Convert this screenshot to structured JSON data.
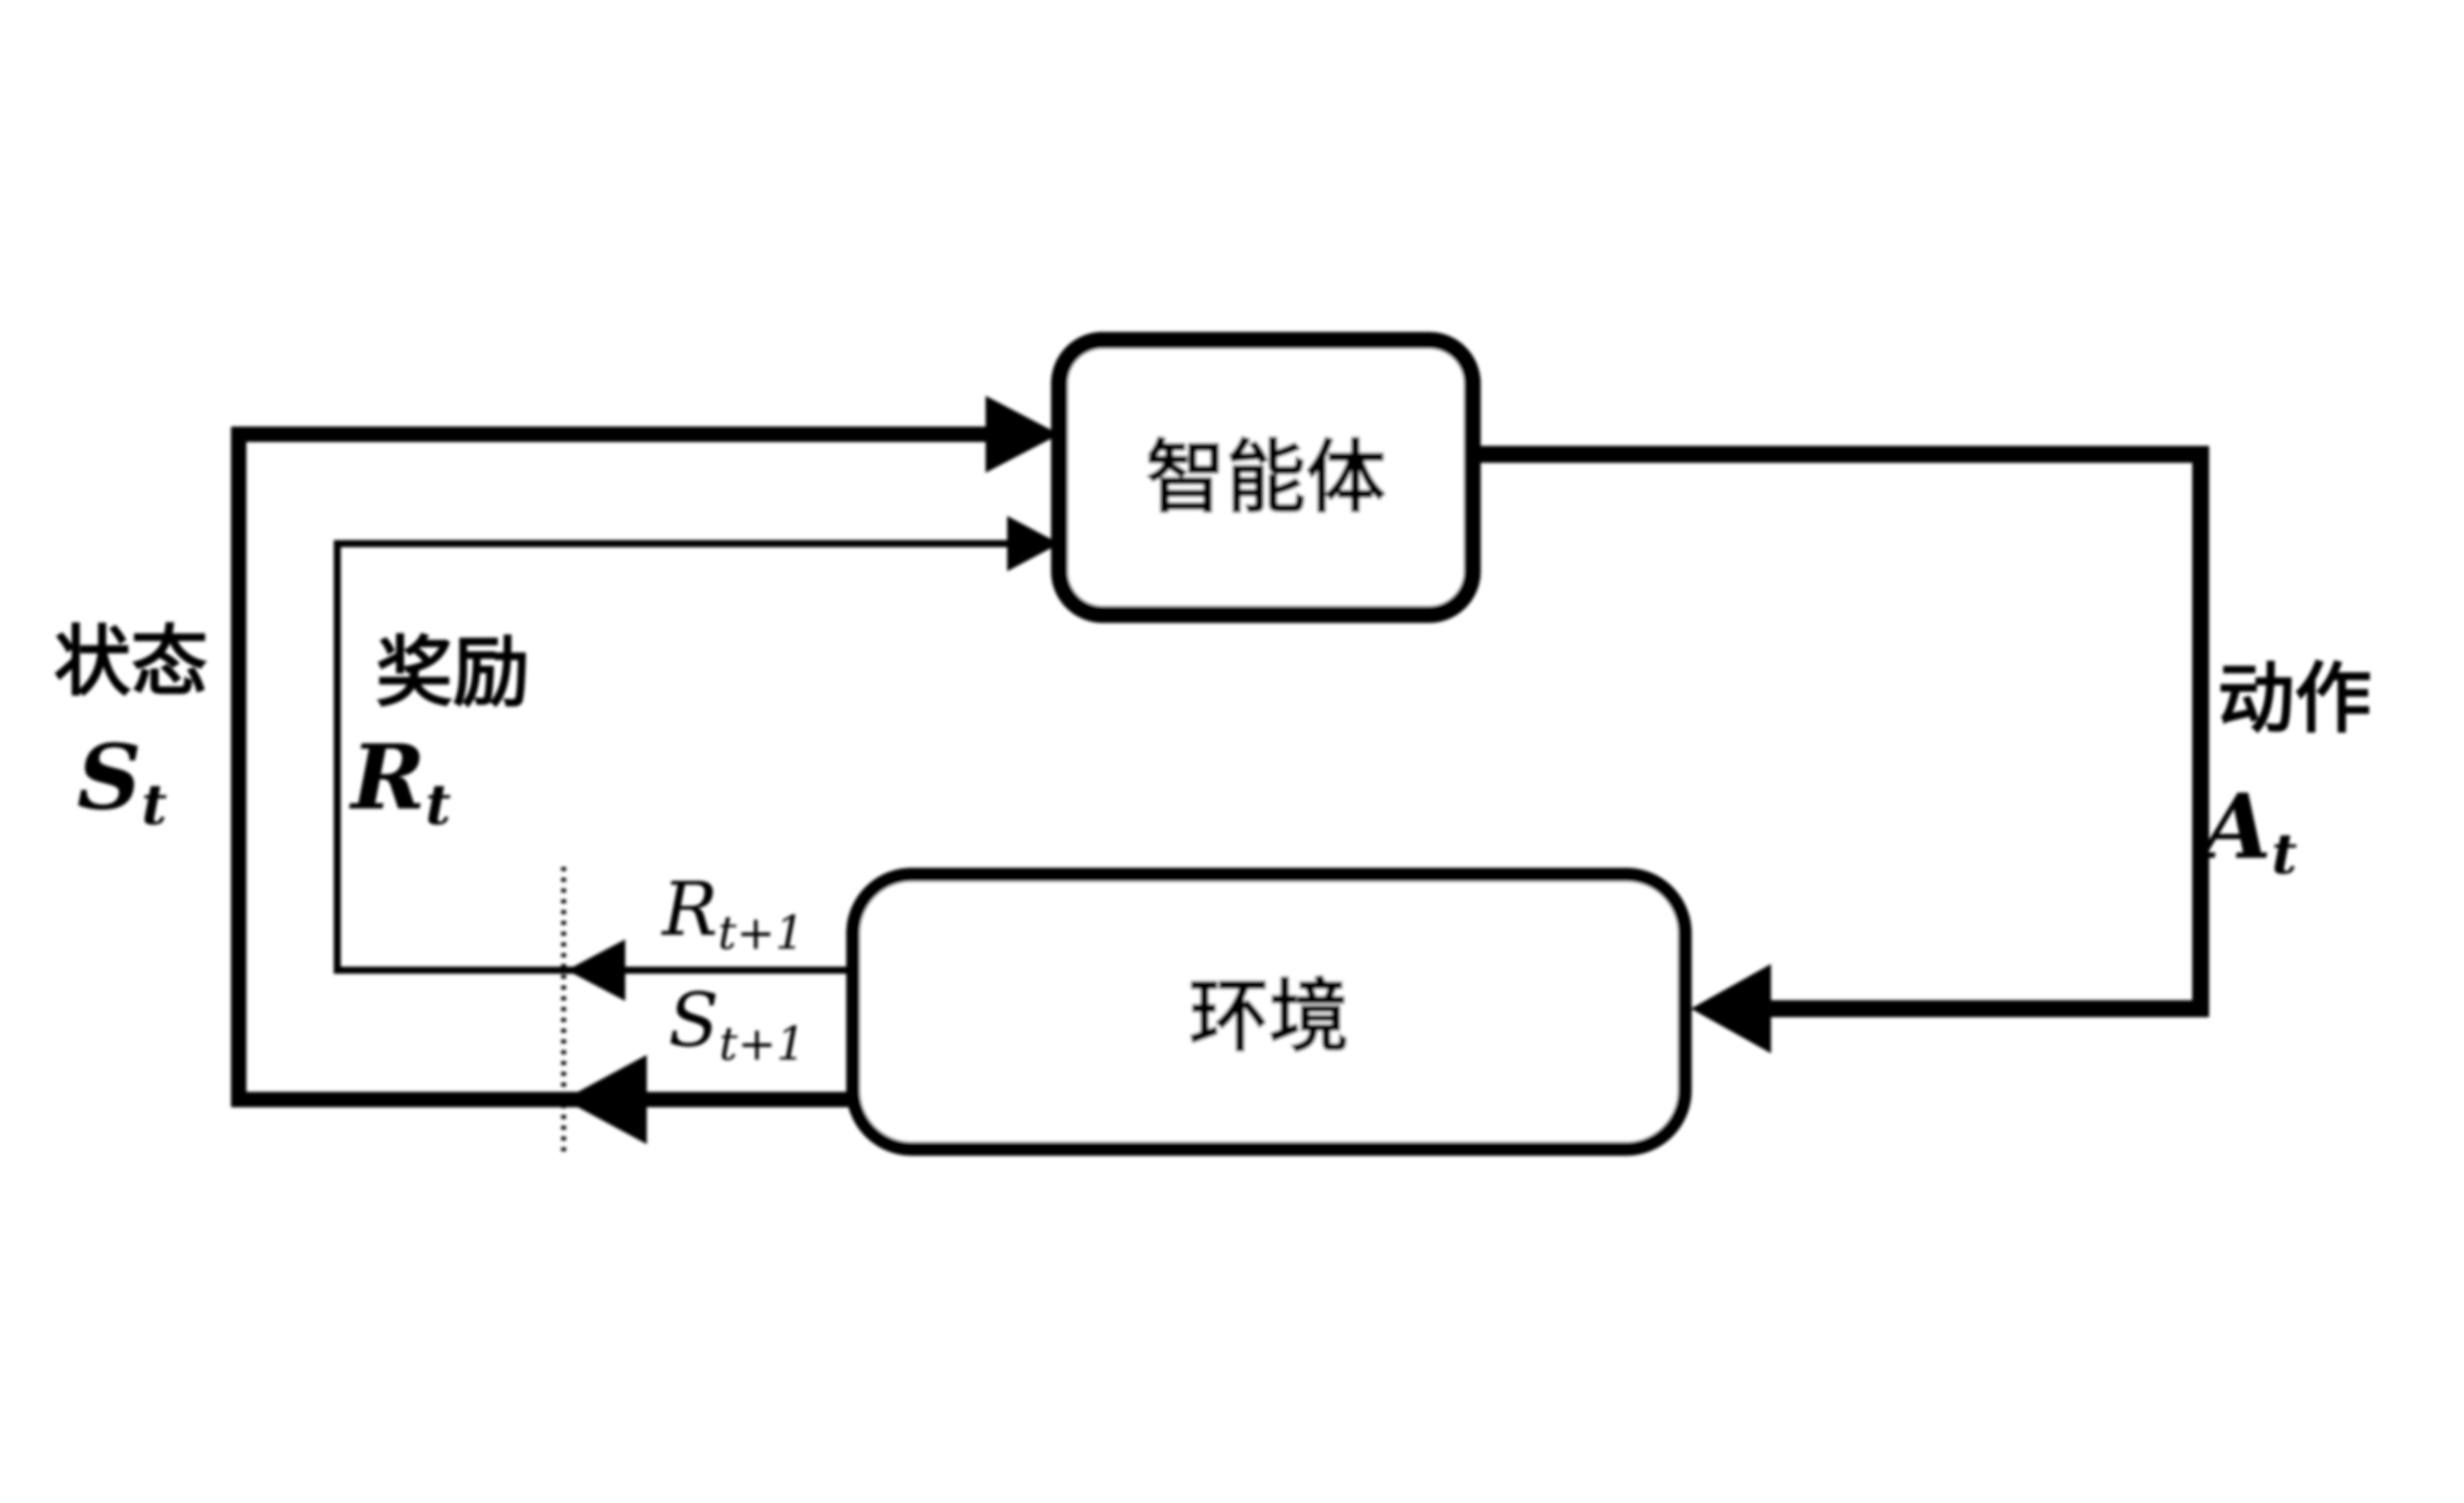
{
  "diagram": {
    "colors": {
      "ink": "#000000",
      "background": "#ffffff"
    },
    "agent": {
      "label": "智能体"
    },
    "environment": {
      "label": "环境"
    },
    "state": {
      "label": "状态",
      "symbol": "S",
      "subscript": "t"
    },
    "reward": {
      "label": "奖励",
      "symbol": "R",
      "subscript": "t"
    },
    "action": {
      "label": "动作",
      "symbol": "A",
      "subscript": "t"
    },
    "next_reward": {
      "symbol": "R",
      "subscript": "t+1"
    },
    "next_state": {
      "symbol": "S",
      "subscript": "t+1"
    }
  }
}
